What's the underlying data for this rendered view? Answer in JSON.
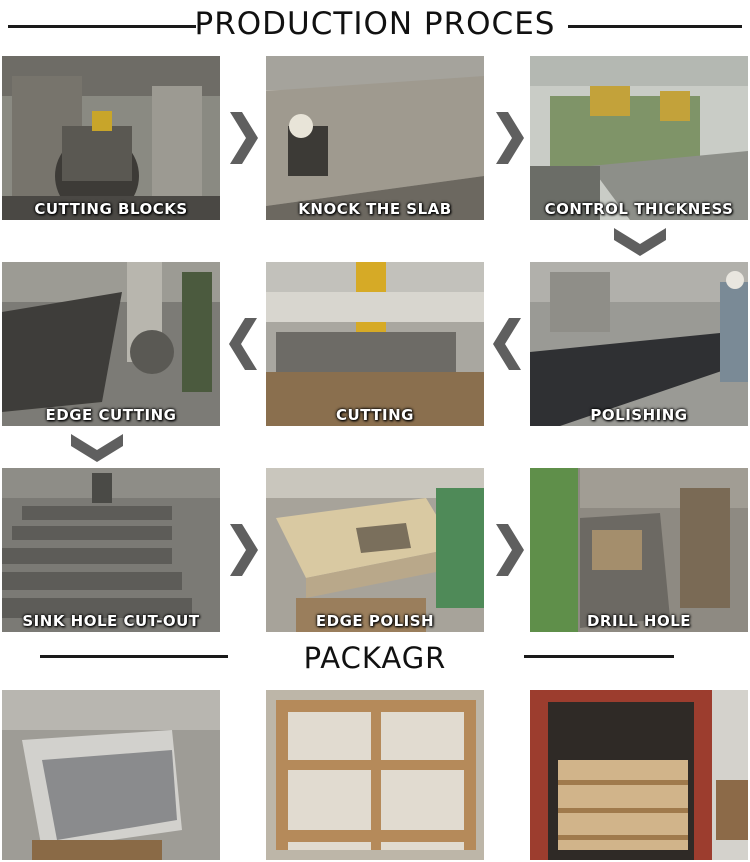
{
  "header": {
    "title": "PRODUCTION PROCES"
  },
  "steps": [
    {
      "label": "CUTTING BLOCKS"
    },
    {
      "label": "KNOCK THE SLAB"
    },
    {
      "label": "CONTROL THICKNESS"
    },
    {
      "label": "POLISHING"
    },
    {
      "label": "CUTTING"
    },
    {
      "label": "EDGE CUTTING"
    },
    {
      "label": "SINK HOLE CUT-OUT"
    },
    {
      "label": "EDGE POLISH"
    },
    {
      "label": "DRILL HOLE"
    }
  ],
  "packing": {
    "title": "PACKAGR"
  },
  "colors": {
    "arrow": "#5f5f5f",
    "line": "#1a1a1a",
    "caption": "#ffffff"
  }
}
